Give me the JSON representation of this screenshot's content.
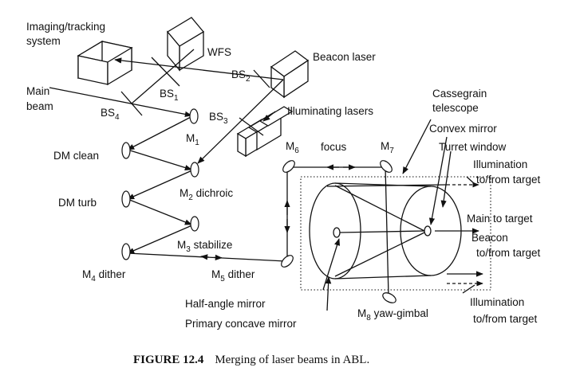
{
  "labels": {
    "imaging_tracking": [
      "Imaging/tracking",
      "system"
    ],
    "wfs": "WFS",
    "beacon_laser": "Beacon laser",
    "main_beam": [
      "Main",
      "beam"
    ],
    "bs1": "BS",
    "bs1_sub": "1",
    "bs2": "BS",
    "bs2_sub": "2",
    "bs3": "BS",
    "bs3_sub": "3",
    "bs4": "BS",
    "bs4_sub": "4",
    "illuminating_lasers": "Illuminating lasers",
    "cassegrain": [
      "Cassegrain",
      "telescope"
    ],
    "convex_mirror": "Convex mirror",
    "turret_window": "Turret window",
    "illumination_top": [
      "Illumination",
      "to/from target"
    ],
    "main_to_target": "Main to target",
    "beacon_to_from": [
      "Beacon",
      "to/from target"
    ],
    "illumination_bottom": [
      "Illumination",
      "to/from target"
    ],
    "m1": "M",
    "m1_sub": "1",
    "m6": "M",
    "m6_sub": "6",
    "focus": "focus",
    "m7": "M",
    "m7_sub": "7",
    "dm_clean": "DM clean",
    "m2": "M",
    "m2_sub": "2",
    "m2_suffix": " dichroic",
    "dm_turb": "DM turb",
    "m3": "M",
    "m3_sub": "3",
    "m3_suffix": " stabilize",
    "m4": "M",
    "m4_sub": "4",
    "m4_suffix": " dither",
    "m5": "M",
    "m5_sub": "5",
    "m5_suffix": " dither",
    "half_angle": "Half-angle mirror",
    "primary_concave": "Primary concave mirror",
    "m8": "M",
    "m8_sub": "8",
    "m8_suffix": " yaw-gimbal"
  },
  "caption": {
    "figure": "FIGURE 12.4",
    "text": "Merging of laser beams in ABL."
  }
}
